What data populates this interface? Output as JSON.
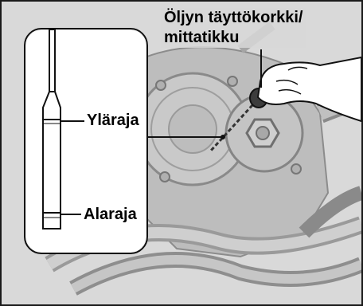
{
  "callouts": {
    "title_line1": "Öljyn täyttökorkki/",
    "title_line2": "mittatikku",
    "upper_limit": "Yläraja",
    "lower_limit": "Alaraja"
  },
  "colors": {
    "background": "#d9d9d9",
    "engine_dark": "#8a8a8a",
    "engine_light": "#c8c8c8",
    "outline": "#111111"
  }
}
